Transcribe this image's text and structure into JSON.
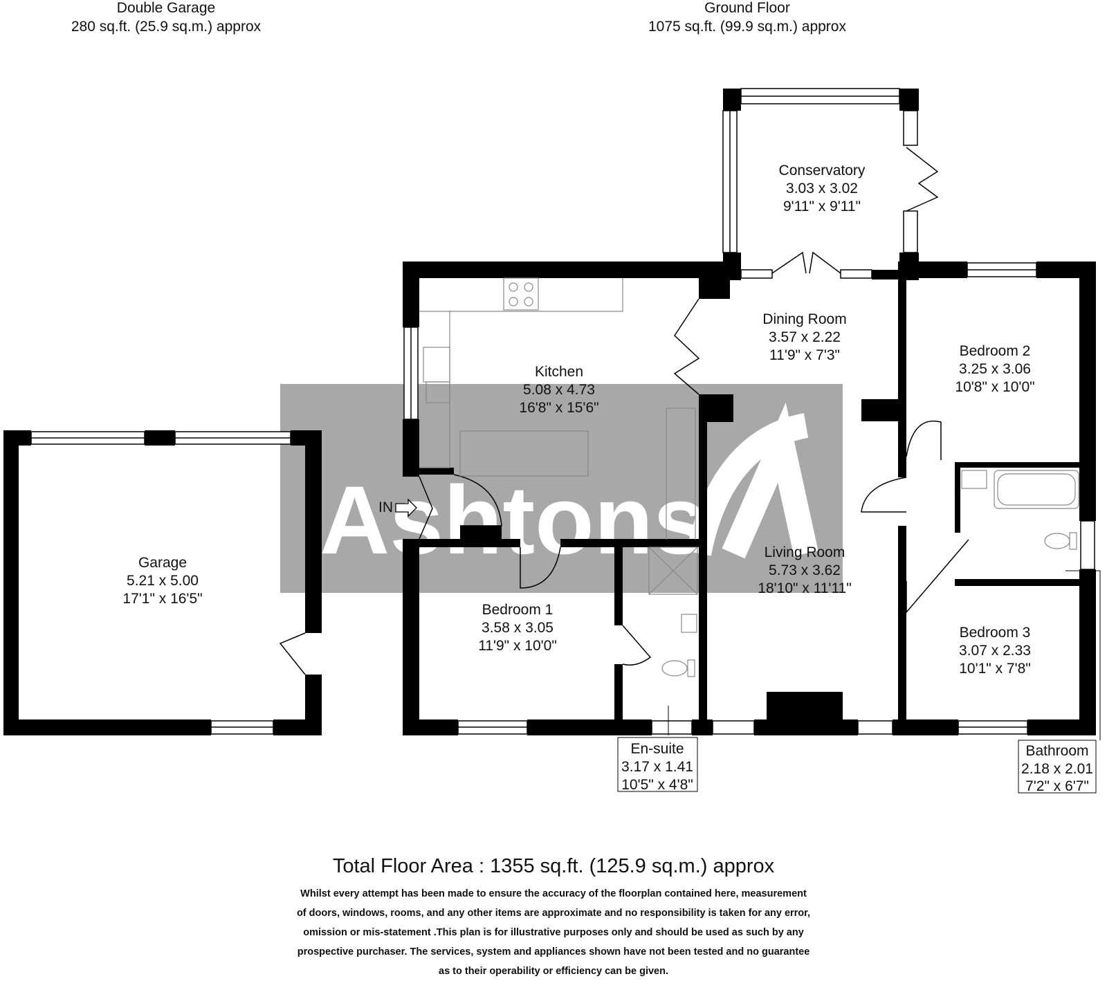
{
  "headers": {
    "garage": {
      "title": "Double Garage",
      "area": "280 sq.ft. (25.9 sq.m.) approx"
    },
    "ground": {
      "title": "Ground Floor",
      "area": "1075 sq.ft. (99.9 sq.m.) approx"
    }
  },
  "rooms": {
    "garage": {
      "name": "Garage",
      "metric": "5.21 x 5.00",
      "imperial": "17'1\" x 16'5\""
    },
    "kitchen": {
      "name": "Kitchen",
      "metric": "5.08 x 4.73",
      "imperial": "16'8\" x 15'6\""
    },
    "conservatory": {
      "name": "Conservatory",
      "metric": "3.03 x 3.02",
      "imperial": "9'11\" x 9'11\""
    },
    "dining": {
      "name": "Dining Room",
      "metric": "3.57 x 2.22",
      "imperial": "11'9\" x 7'3\""
    },
    "bedroom2": {
      "name": "Bedroom 2",
      "metric": "3.25 x 3.06",
      "imperial": "10'8\" x 10'0\""
    },
    "bedroom1": {
      "name": "Bedroom 1",
      "metric": "3.58 x 3.05",
      "imperial": "11'9\" x 10'0\""
    },
    "living": {
      "name": "Living Room",
      "metric": "5.73 x 3.62",
      "imperial": "18'10\" x 11'11\""
    },
    "bedroom3": {
      "name": "Bedroom 3",
      "metric": "3.07 x 2.33",
      "imperial": "10'1\" x 7'8\""
    },
    "ensuite": {
      "name": "En-suite",
      "metric": "3.17 x 1.41",
      "imperial": "10'5\" x 4'8\""
    },
    "bathroom": {
      "name": "Bathroom",
      "metric": "2.18 x 2.01",
      "imperial": "7'2\" x 6'7\""
    }
  },
  "entrance_label": "IN",
  "watermark": {
    "brand": "Ashtons",
    "color": "#999999"
  },
  "colors": {
    "wall": "#000000",
    "fixture": "#888888"
  },
  "total": "Total Floor Area : 1355 sq.ft. (125.9 sq.m.) approx",
  "disclaimer": [
    "Whilst every attempt has been made to ensure the accuracy of the floorplan contained here, measurement",
    "of doors, windows, rooms, and any other items are approximate and no responsibility is taken for any error,",
    "omission or mis-statement .This plan is for illustrative purposes only and should be used as such by any",
    "prospective purchaser. The services, system and appliances shown have not been tested and no guarantee",
    "as to their operability or efficiency can be given."
  ]
}
